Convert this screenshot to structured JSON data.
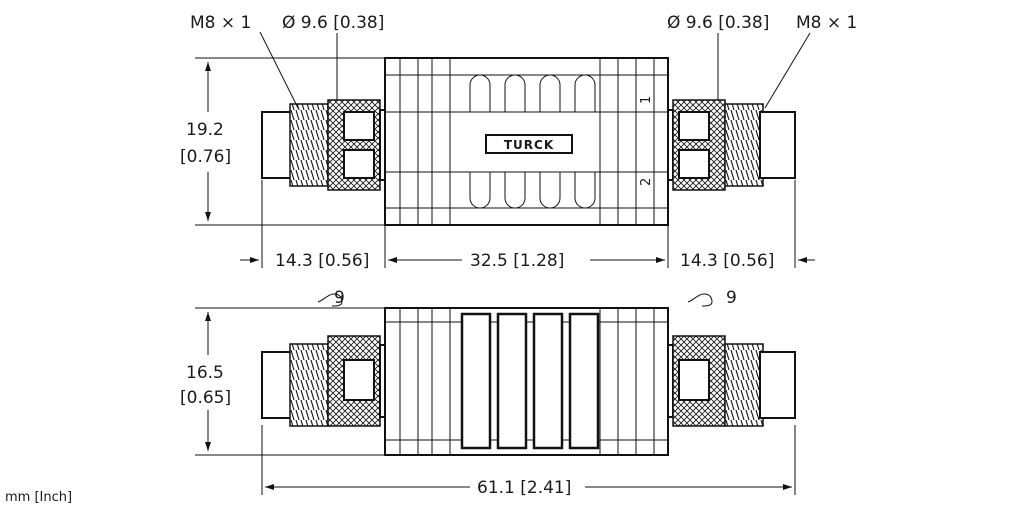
{
  "top_view": {
    "thread_left": "M8 × 1",
    "diameter_left": "Ø 9.6 [0.38]",
    "diameter_right": "Ø 9.6 [0.38]",
    "thread_right": "M8 × 1",
    "height_mm": "19.2",
    "height_in": "[0.76]",
    "left_length": "14.3 [0.56]",
    "body_length": "32.5 [1.28]",
    "right_length": "14.3 [0.56]",
    "brand_logo": "TURCK",
    "port_1": "1",
    "port_2": "2"
  },
  "bottom_view": {
    "wrench_left": "9",
    "wrench_right": "9",
    "height_mm": "16.5",
    "height_in": "[0.65]",
    "total_length": "61.1 [2.41]"
  },
  "units_note": "mm [Inch]"
}
